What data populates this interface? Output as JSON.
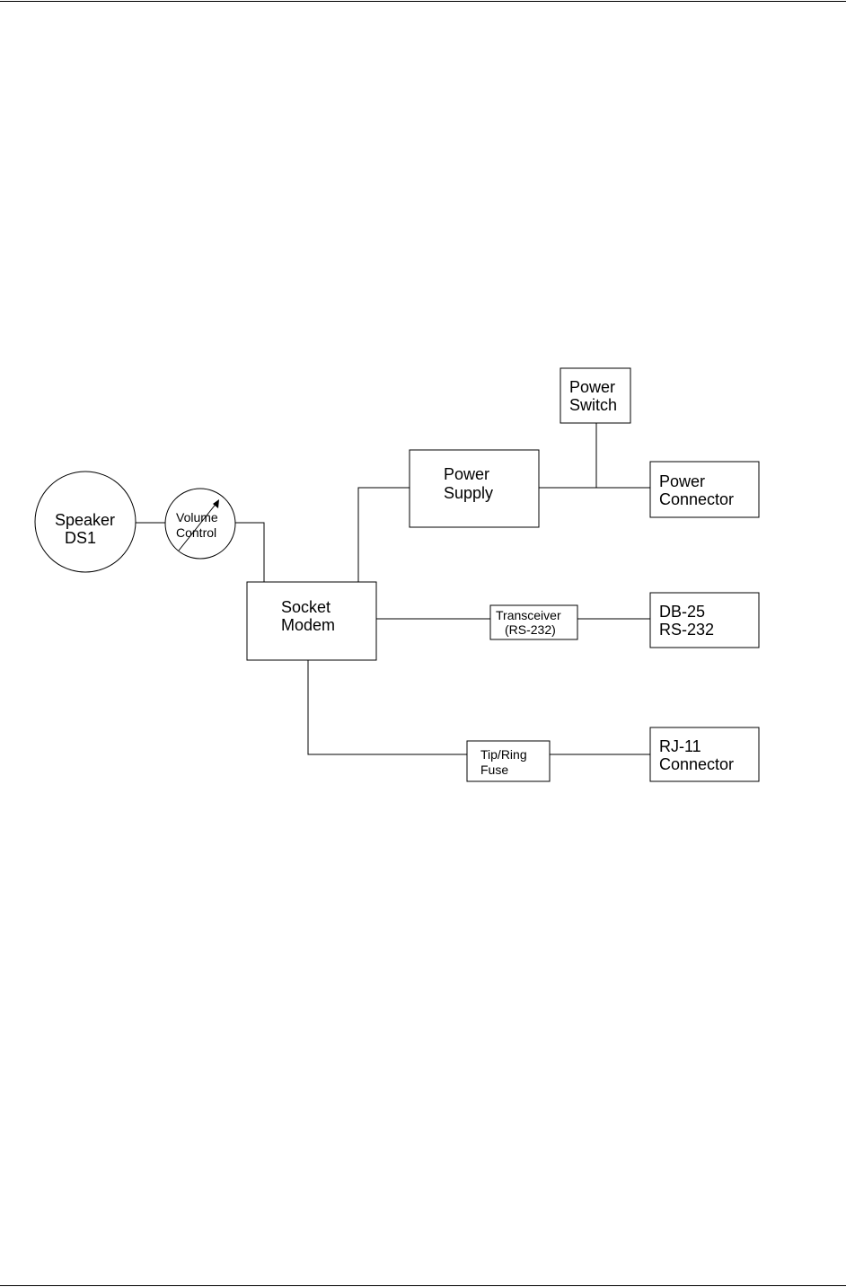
{
  "colors": {
    "line": "#000000",
    "background": "#ffffff"
  },
  "diagram": {
    "nodes": {
      "speaker": {
        "line1": "Speaker",
        "line2": "DS1"
      },
      "volume": {
        "line1": "Volume",
        "line2": "Control"
      },
      "socket_modem": {
        "line1": "Socket",
        "line2": "Modem"
      },
      "power_supply": {
        "line1": "Power",
        "line2": "Supply"
      },
      "power_switch": {
        "line1": "Power",
        "line2": "Switch"
      },
      "power_connector": {
        "line1": "Power",
        "line2": "Connector"
      },
      "transceiver": {
        "line1": "Transceiver",
        "line2": "(RS-232)"
      },
      "db25": {
        "line1": "DB-25",
        "line2": "RS-232"
      },
      "tip_ring_fuse": {
        "line1": "Tip/Ring",
        "line2": "Fuse"
      },
      "rj11": {
        "line1": "RJ-11",
        "line2": "Connector"
      }
    },
    "edges": [
      {
        "from": "speaker",
        "to": "volume"
      },
      {
        "from": "volume",
        "to": "socket_modem"
      },
      {
        "from": "socket_modem",
        "to": "power_supply"
      },
      {
        "from": "power_supply",
        "to": "power_connector"
      },
      {
        "from": "power_switch",
        "to": "power_connector"
      },
      {
        "from": "socket_modem",
        "to": "transceiver"
      },
      {
        "from": "transceiver",
        "to": "db25"
      },
      {
        "from": "socket_modem",
        "to": "tip_ring_fuse"
      },
      {
        "from": "tip_ring_fuse",
        "to": "rj11"
      }
    ]
  }
}
